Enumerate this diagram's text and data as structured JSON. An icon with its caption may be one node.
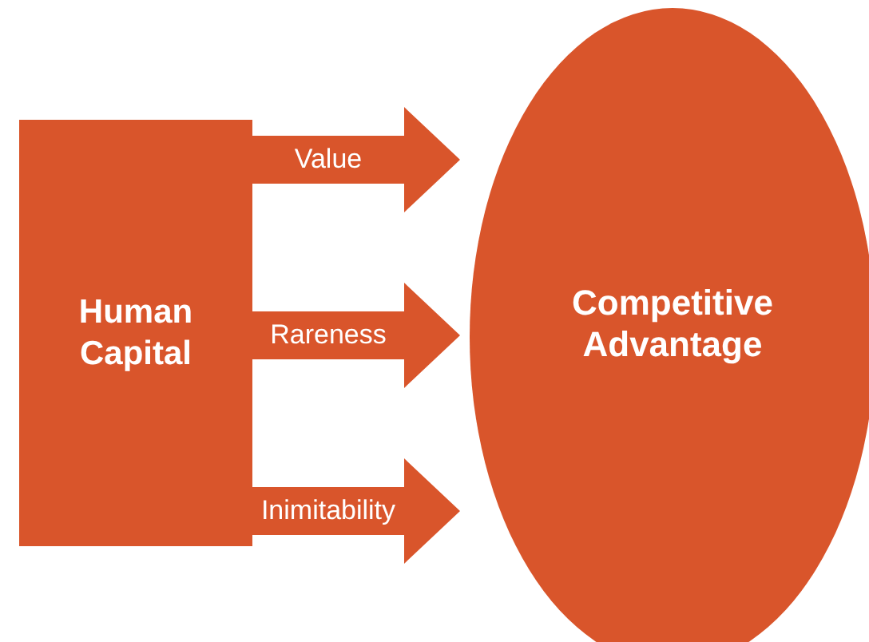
{
  "diagram": {
    "nodes": [
      {
        "text": [
          "Human Capital"
        ]
      },
      {
        "text": [
          "Competitive Advantage"
        ]
      }
    ],
    "edges": [
      {
        "from": 0,
        "to": 1,
        "arrow": "to",
        "label": "Value"
      },
      {
        "from": 0,
        "to": 1,
        "arrow": "to",
        "label": "Rareness"
      },
      {
        "from": 0,
        "to": 1,
        "arrow": "to",
        "label": "Inimitability"
      }
    ]
  }
}
